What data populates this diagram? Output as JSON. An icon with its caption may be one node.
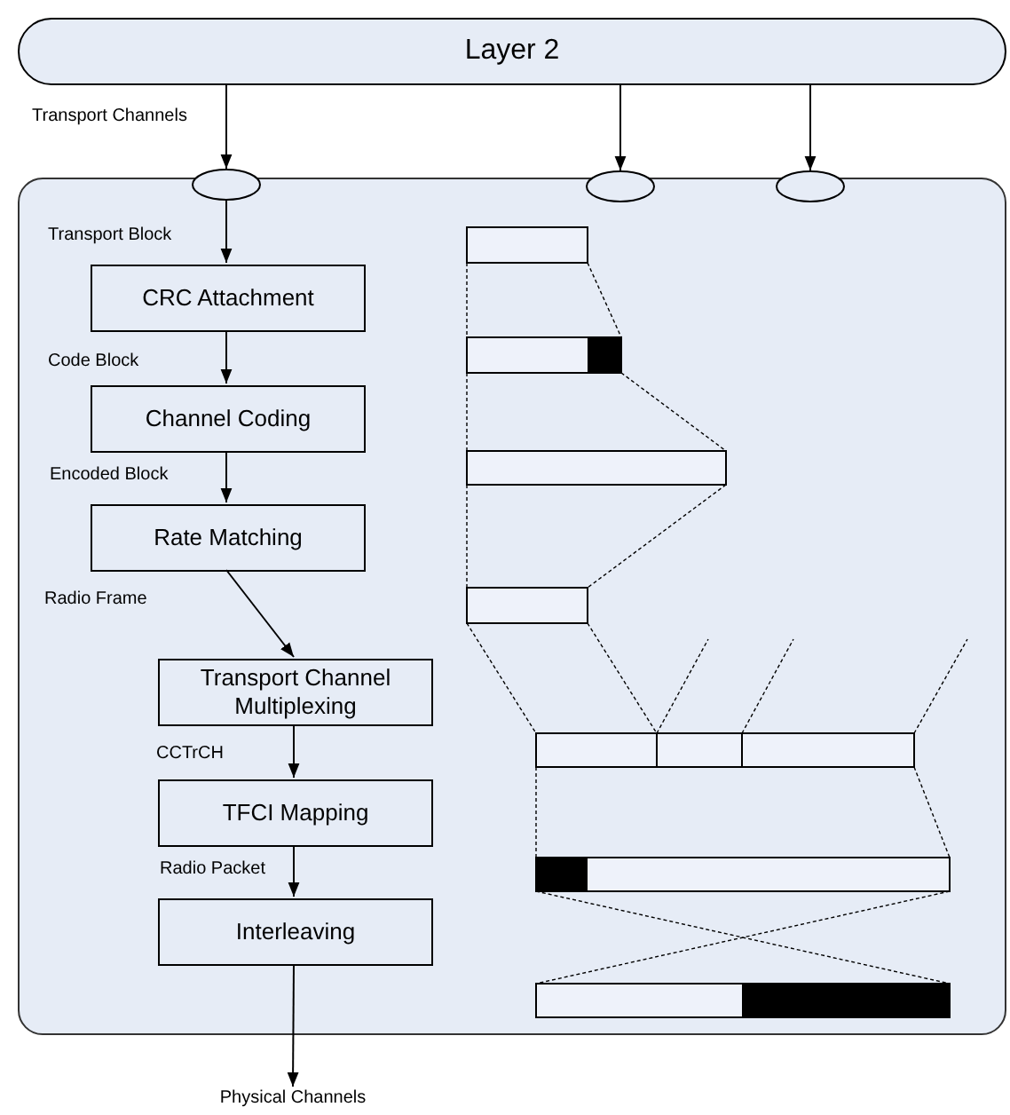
{
  "diagram": {
    "nodes": [
      {
        "text": [
          "Layer 2"
        ]
      },
      {
        "text": [],
        "shape": "box"
      },
      {
        "text": [],
        "shape": "circle"
      },
      {
        "text": [],
        "shape": "circle"
      },
      {
        "text": [],
        "shape": "circle"
      },
      {
        "text": [
          "CRC Attachment"
        ],
        "in": 1
      },
      {
        "text": [
          "Channel Coding"
        ],
        "in": 1
      },
      {
        "text": [
          "Rate Matching"
        ],
        "in": 1
      },
      {
        "text": [
          "Transport Channel Multiplexing"
        ],
        "in": 1
      },
      {
        "text": [
          "TFCI Mapping"
        ],
        "in": 1
      },
      {
        "text": [
          "Interleaving"
        ],
        "in": 1
      },
      {
        "text": [
          "Physical Channels"
        ]
      }
    ],
    "edges": [
      {
        "from": 0,
        "to": 2,
        "arrow": "to",
        "label": "Transport Channels"
      },
      {
        "from": 0,
        "to": 3,
        "arrow": "to"
      },
      {
        "from": 0,
        "to": 4,
        "arrow": "to"
      },
      {
        "from": 2,
        "to": 5,
        "arrow": "to",
        "label": "Transport Block"
      },
      {
        "from": 5,
        "to": 6,
        "arrow": "to",
        "label": "Code Block"
      },
      {
        "from": 6,
        "to": 7,
        "arrow": "to",
        "label": "Encoded Block"
      },
      {
        "from": 7,
        "to": 8,
        "arrow": "to",
        "label": "Radio Frame"
      },
      {
        "from": 8,
        "to": 9,
        "arrow": "to",
        "label": "CCTrCH"
      },
      {
        "from": 9,
        "to": 10,
        "arrow": "to",
        "label": "Radio Packet"
      },
      {
        "from": 10,
        "to": 11,
        "arrow": "to"
      }
    ]
  }
}
